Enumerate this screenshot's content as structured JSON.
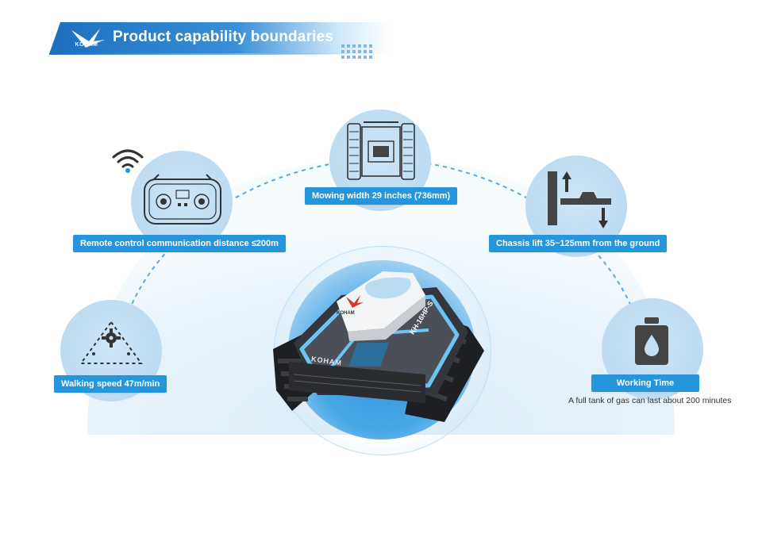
{
  "header": {
    "title": "Product capability boundaries",
    "logo_text": "KOHAM",
    "brand_color": "#1d6fbe"
  },
  "features": {
    "remote": {
      "label": "Remote control communication distance ≤200m",
      "icon": "remote-controller-icon"
    },
    "mowing": {
      "label": "Mowing width 29 inches (736mm)",
      "icon": "mower-topview-icon"
    },
    "chassis": {
      "label": "Chassis lift 35~125mm from the ground",
      "icon": "chassis-lift-icon"
    },
    "walking": {
      "label": "Walking speed 47m/min",
      "icon": "gear-triangle-icon"
    },
    "working": {
      "label": "Working Time",
      "subtext": "A full tank of gas can last about 200 minutes",
      "icon": "fuel-tank-icon"
    }
  },
  "product": {
    "brand_mark": "KOHAM",
    "model_text": "KH-16HP-S"
  },
  "colors": {
    "pill": "#2596db",
    "circle": "#c4dff3",
    "dome": "#e3f0f9"
  }
}
